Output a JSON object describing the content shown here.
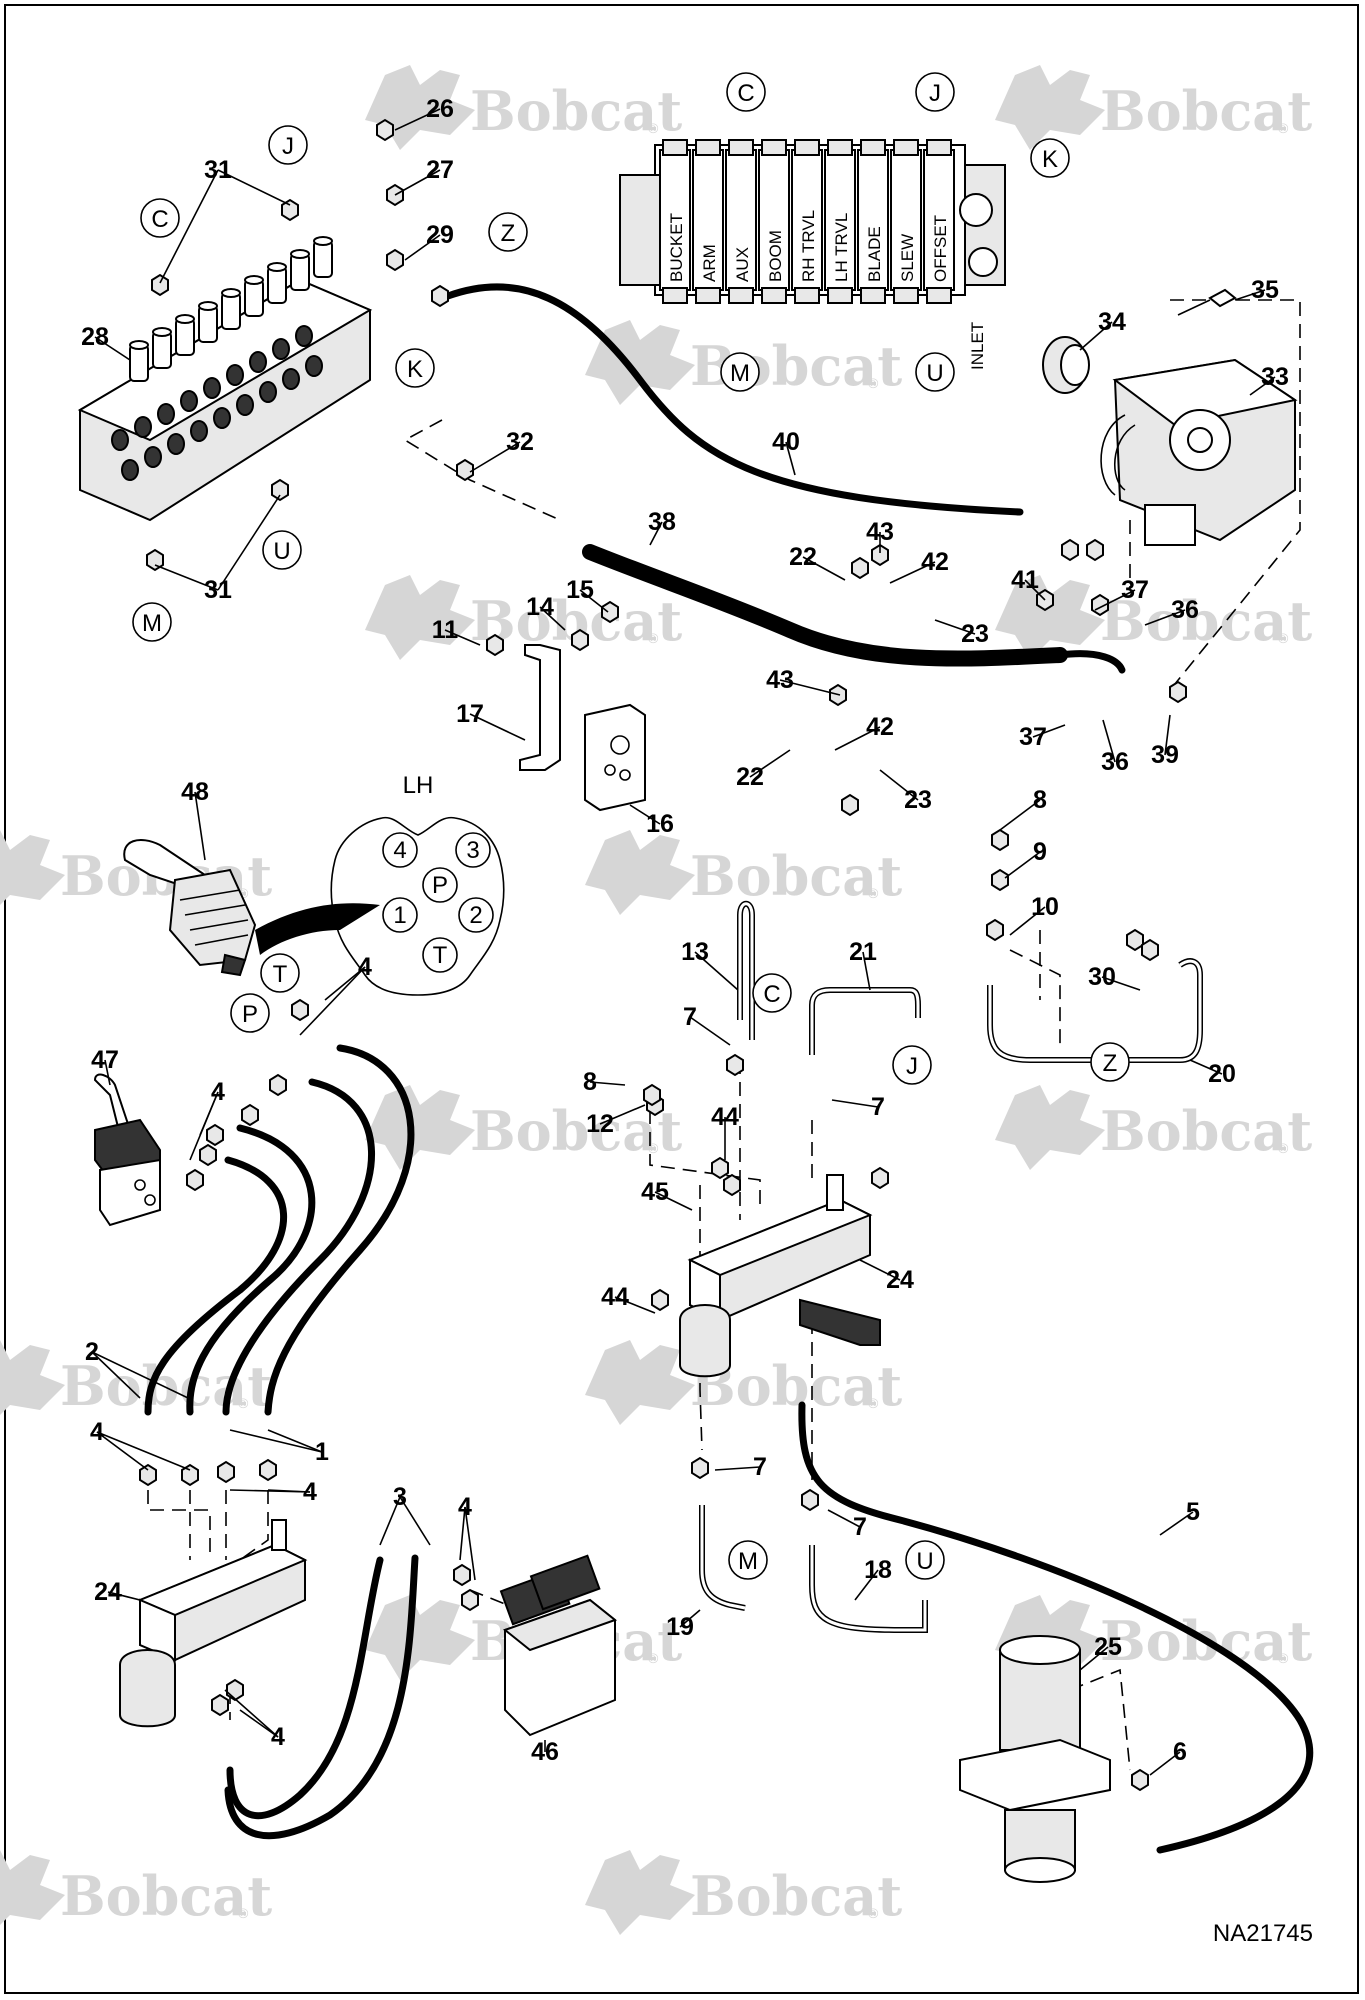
{
  "watermark": "Bobcat",
  "doc_id": "NA21745",
  "valve_sections": [
    "BUCKET",
    "ARM",
    "AUX",
    "BOOM",
    "RH TRVL",
    "LH TRVL",
    "BLADE",
    "SLEW",
    "OFFSET"
  ],
  "inlet_label": "INLET",
  "pattern_label": "LH",
  "pattern_ports": [
    "4",
    "3",
    "P",
    "1",
    "2",
    "T"
  ],
  "port_labels": [
    "T",
    "P"
  ],
  "connection_letters": [
    "C",
    "J",
    "K",
    "M",
    "U",
    "Z"
  ],
  "callouts": [
    "1",
    "2",
    "3",
    "4",
    "5",
    "6",
    "7",
    "8",
    "9",
    "10",
    "11",
    "12",
    "13",
    "14",
    "15",
    "16",
    "17",
    "18",
    "19",
    "20",
    "21",
    "22",
    "23",
    "24",
    "25",
    "26",
    "27",
    "28",
    "29",
    "30",
    "31",
    "32",
    "33",
    "34",
    "35",
    "36",
    "37",
    "38",
    "39",
    "40",
    "41",
    "42",
    "43",
    "44",
    "45",
    "46",
    "47",
    "48"
  ],
  "colors": {
    "line": "#000000",
    "watermark": "#d6d6d6",
    "background": "#ffffff"
  }
}
